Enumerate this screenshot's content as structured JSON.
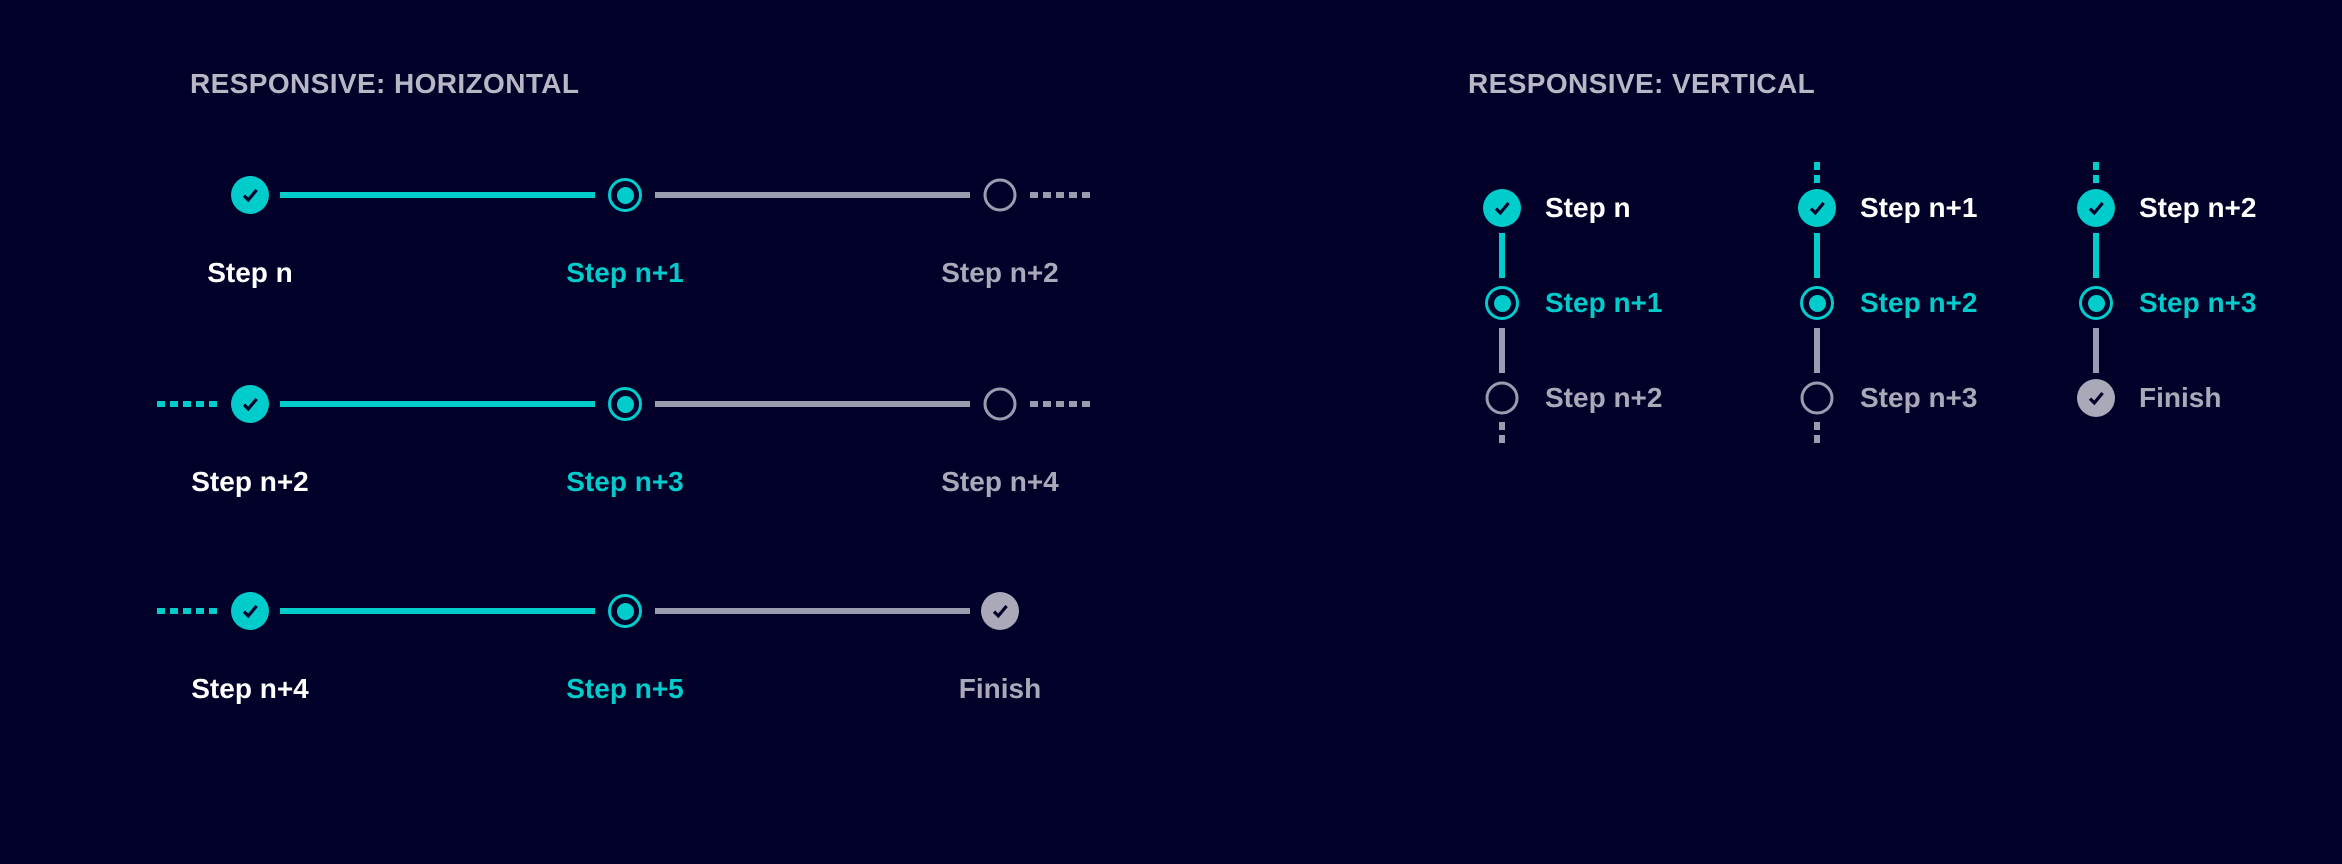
{
  "colors": {
    "background": "#000028",
    "accent_teal": "#00cccc",
    "gray_line": "#9c9cb0",
    "gray_fill": "#a9a9ba",
    "gray_text": "#a9a9ba",
    "title_text": "#b7b7c6",
    "done_label": "#ffffff",
    "check_stroke": "#000028"
  },
  "horizontal": {
    "title": "RESPONSIVE: HORIZONTAL",
    "rows": [
      {
        "leading_dashes": "none",
        "trailing_dashes": "gray",
        "steps": [
          {
            "label": "Step n",
            "state": "done"
          },
          {
            "label": "Step n+1",
            "state": "active"
          },
          {
            "label": "Step n+2",
            "state": "pending"
          }
        ]
      },
      {
        "leading_dashes": "teal",
        "trailing_dashes": "gray",
        "steps": [
          {
            "label": "Step n+2",
            "state": "done"
          },
          {
            "label": "Step n+3",
            "state": "active"
          },
          {
            "label": "Step n+4",
            "state": "pending"
          }
        ]
      },
      {
        "leading_dashes": "teal",
        "trailing_dashes": "none",
        "steps": [
          {
            "label": "Step n+4",
            "state": "done"
          },
          {
            "label": "Step n+5",
            "state": "active"
          },
          {
            "label": "Finish",
            "state": "finish"
          }
        ]
      }
    ]
  },
  "vertical": {
    "title": "RESPONSIVE: VERTICAL",
    "columns": [
      {
        "leading_dashes": "none",
        "trailing_dashes": "gray",
        "steps": [
          {
            "label": "Step n",
            "state": "done"
          },
          {
            "label": "Step n+1",
            "state": "active"
          },
          {
            "label": "Step n+2",
            "state": "pending"
          }
        ]
      },
      {
        "leading_dashes": "teal",
        "trailing_dashes": "gray",
        "steps": [
          {
            "label": "Step n+1",
            "state": "done"
          },
          {
            "label": "Step n+2",
            "state": "active"
          },
          {
            "label": "Step n+3",
            "state": "pending"
          }
        ]
      },
      {
        "leading_dashes": "teal",
        "trailing_dashes": "none",
        "steps": [
          {
            "label": "Step n+2",
            "state": "done"
          },
          {
            "label": "Step n+3",
            "state": "active"
          },
          {
            "label": "Finish",
            "state": "finish"
          }
        ]
      }
    ]
  }
}
